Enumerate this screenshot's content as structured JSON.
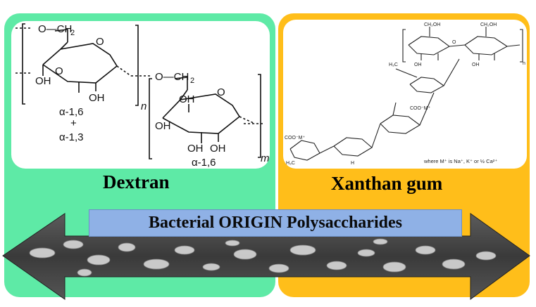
{
  "panels": {
    "dextran": {
      "title": "Dextran",
      "ring1": {
        "top_group": "O—CH",
        "top_sub": "2",
        "ring_o": "O",
        "oh1": "OH",
        "oh2": "O",
        "oh3": "OH",
        "repeat": "n",
        "linkage_a": "α-1,6",
        "plus": "+",
        "linkage_b": "α-1,3"
      },
      "ring2": {
        "top_group": "O—CH",
        "top_sub": "2",
        "ring_o": "O",
        "oh1": "OH",
        "oh2": "OH",
        "oh3": "OH",
        "oh4": "OH",
        "repeat": "m",
        "linkage": "α-1,6"
      }
    },
    "xanthan": {
      "title": "Xanthan gum",
      "note": "where M⁺ is Na⁺, K⁺ or ½ Ca²⁺",
      "labels": {
        "ch2oh_a": "CH₂OH",
        "ch2oh_b": "CH₂OH",
        "oh": "OH",
        "o": "O",
        "h": "H",
        "acetyl": "H₃C",
        "coo_m": "COO⁻M⁺",
        "coo_m_left": "COO⁻M⁺",
        "h3c_left": "H₃C",
        "n": "n"
      }
    }
  },
  "banner": {
    "text": "Bacterial ORIGIN Polysaccharides"
  },
  "colors": {
    "left_panel": "#5eeaa6",
    "right_panel": "#ffbe1a",
    "banner": "#8fb1e6"
  }
}
